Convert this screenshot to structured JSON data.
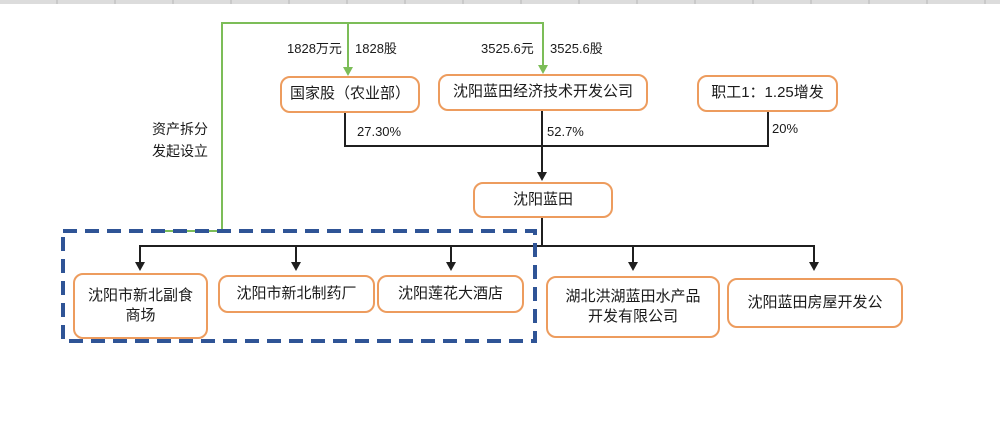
{
  "diagram": {
    "title_hint": "equity-structure-diagram",
    "capital_labels": {
      "left": {
        "amount": "1828万元",
        "shares": "1828股"
      },
      "right": {
        "amount": "3525.6元",
        "shares": "3525.6股"
      }
    },
    "asset_split_note": "资产拆分\n发起设立",
    "shareholders": [
      {
        "label": "国家股（农业部）",
        "stake": "27.30%"
      },
      {
        "label": "沈阳蓝田经济技术开发公司",
        "stake": "52.7%"
      },
      {
        "label": "职工1：1.25增发",
        "stake": "20%"
      }
    ],
    "company": {
      "label": "沈阳蓝田"
    },
    "subsidiaries": [
      {
        "label": "沈阳市新北副食\n商场"
      },
      {
        "label": "沈阳市新北制药厂"
      },
      {
        "label": "沈阳莲花大酒店"
      },
      {
        "label": "湖北洪湖蓝田水产品\n开发有限公司"
      },
      {
        "label": "沈阳蓝田房屋开发公"
      }
    ],
    "colors": {
      "node_border": "#ed9c5e",
      "split_line_green": "#7cbd58",
      "group_dashed_blue": "#2f5496",
      "connector_black": "#1f1f1f"
    }
  }
}
